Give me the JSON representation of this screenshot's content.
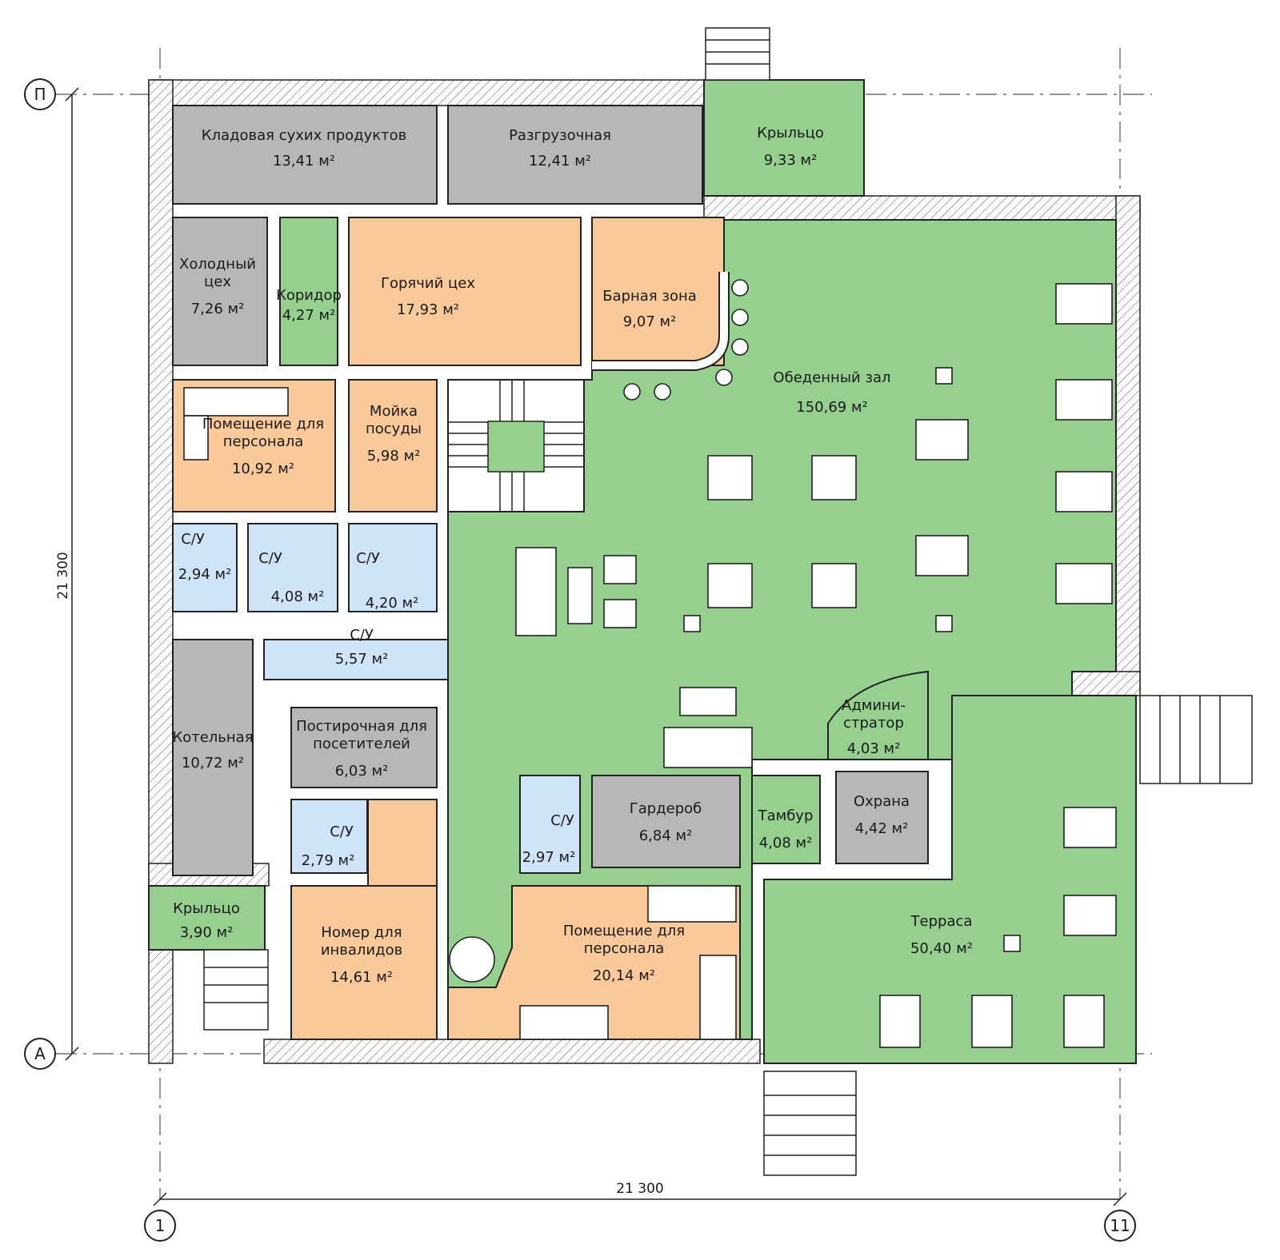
{
  "colors": {
    "gray": "#b7b7b7",
    "orange": "#f9c99a",
    "green": "#96d08f",
    "blue": "#cfe4f6",
    "wall": "#ffffff",
    "line": "#222222"
  },
  "axes": {
    "top": "П",
    "bottom_left": "А",
    "col_left": "1",
    "col_right": "11"
  },
  "dimensions": {
    "vertical": "21 300",
    "horizontal": "21 300"
  },
  "rooms": {
    "dry_storage": {
      "name": "Кладовая сухих продуктов",
      "area": "13,41 м²"
    },
    "unloading": {
      "name": "Разгрузочная",
      "area": "12,41 м²"
    },
    "porch_top": {
      "name": "Крыльцо",
      "area": "9,33 м²"
    },
    "cold_shop": {
      "name1": "Холодный",
      "name2": "цех",
      "area": "7,26 м²"
    },
    "corridor": {
      "name": "Коридор",
      "area": "4,27 м²"
    },
    "hot_shop": {
      "name": "Горячий цех",
      "area": "17,93 м²"
    },
    "bar": {
      "name": "Барная зона",
      "area": "9,07 м²"
    },
    "dining": {
      "name": "Обеденный зал",
      "area": "150,69 м²"
    },
    "staff_room_top": {
      "name1": "Помещение для",
      "name2": "персонала",
      "area": "10,92 м²"
    },
    "dishwashing": {
      "name1": "Мойка",
      "name2": "посуды",
      "area": "5,98 м²"
    },
    "wc1": {
      "name": "С/У",
      "area": "2,94 м²"
    },
    "wc2": {
      "name": "С/У",
      "area": "4,08 м²"
    },
    "wc3": {
      "name": "С/У",
      "area": "4,20 м²"
    },
    "wc4": {
      "name": "С/У",
      "area": "5,57 м²"
    },
    "boiler": {
      "name": "Котельная",
      "area": "10,72 м²"
    },
    "laundry": {
      "name1": "Постирочная для",
      "name2": "посетителей",
      "area": "6,03 м²"
    },
    "wc5": {
      "name": "С/У",
      "area": "2,79 м²"
    },
    "wc6": {
      "name": "С/У",
      "area": "2,97 м²"
    },
    "wardrobe": {
      "name": "Гардероб",
      "area": "6,84 м²"
    },
    "admin": {
      "name1": "Админи-",
      "name2": "стратор",
      "area": "4,03 м²"
    },
    "vestibule": {
      "name": "Тамбур",
      "area": "4,08 м²"
    },
    "security": {
      "name": "Охрана",
      "area": "4,42 м²"
    },
    "terrace": {
      "name": "Терраса",
      "area": "50,40 м²"
    },
    "porch_bottom": {
      "name": "Крыльцо",
      "area": "3,90 м²"
    },
    "disabled_room": {
      "name1": "Номер для",
      "name2": "инвалидов",
      "area": "14,61 м²"
    },
    "staff_room_bottom": {
      "name1": "Помещение для",
      "name2": "персонала",
      "area": "20,14 м²"
    }
  }
}
